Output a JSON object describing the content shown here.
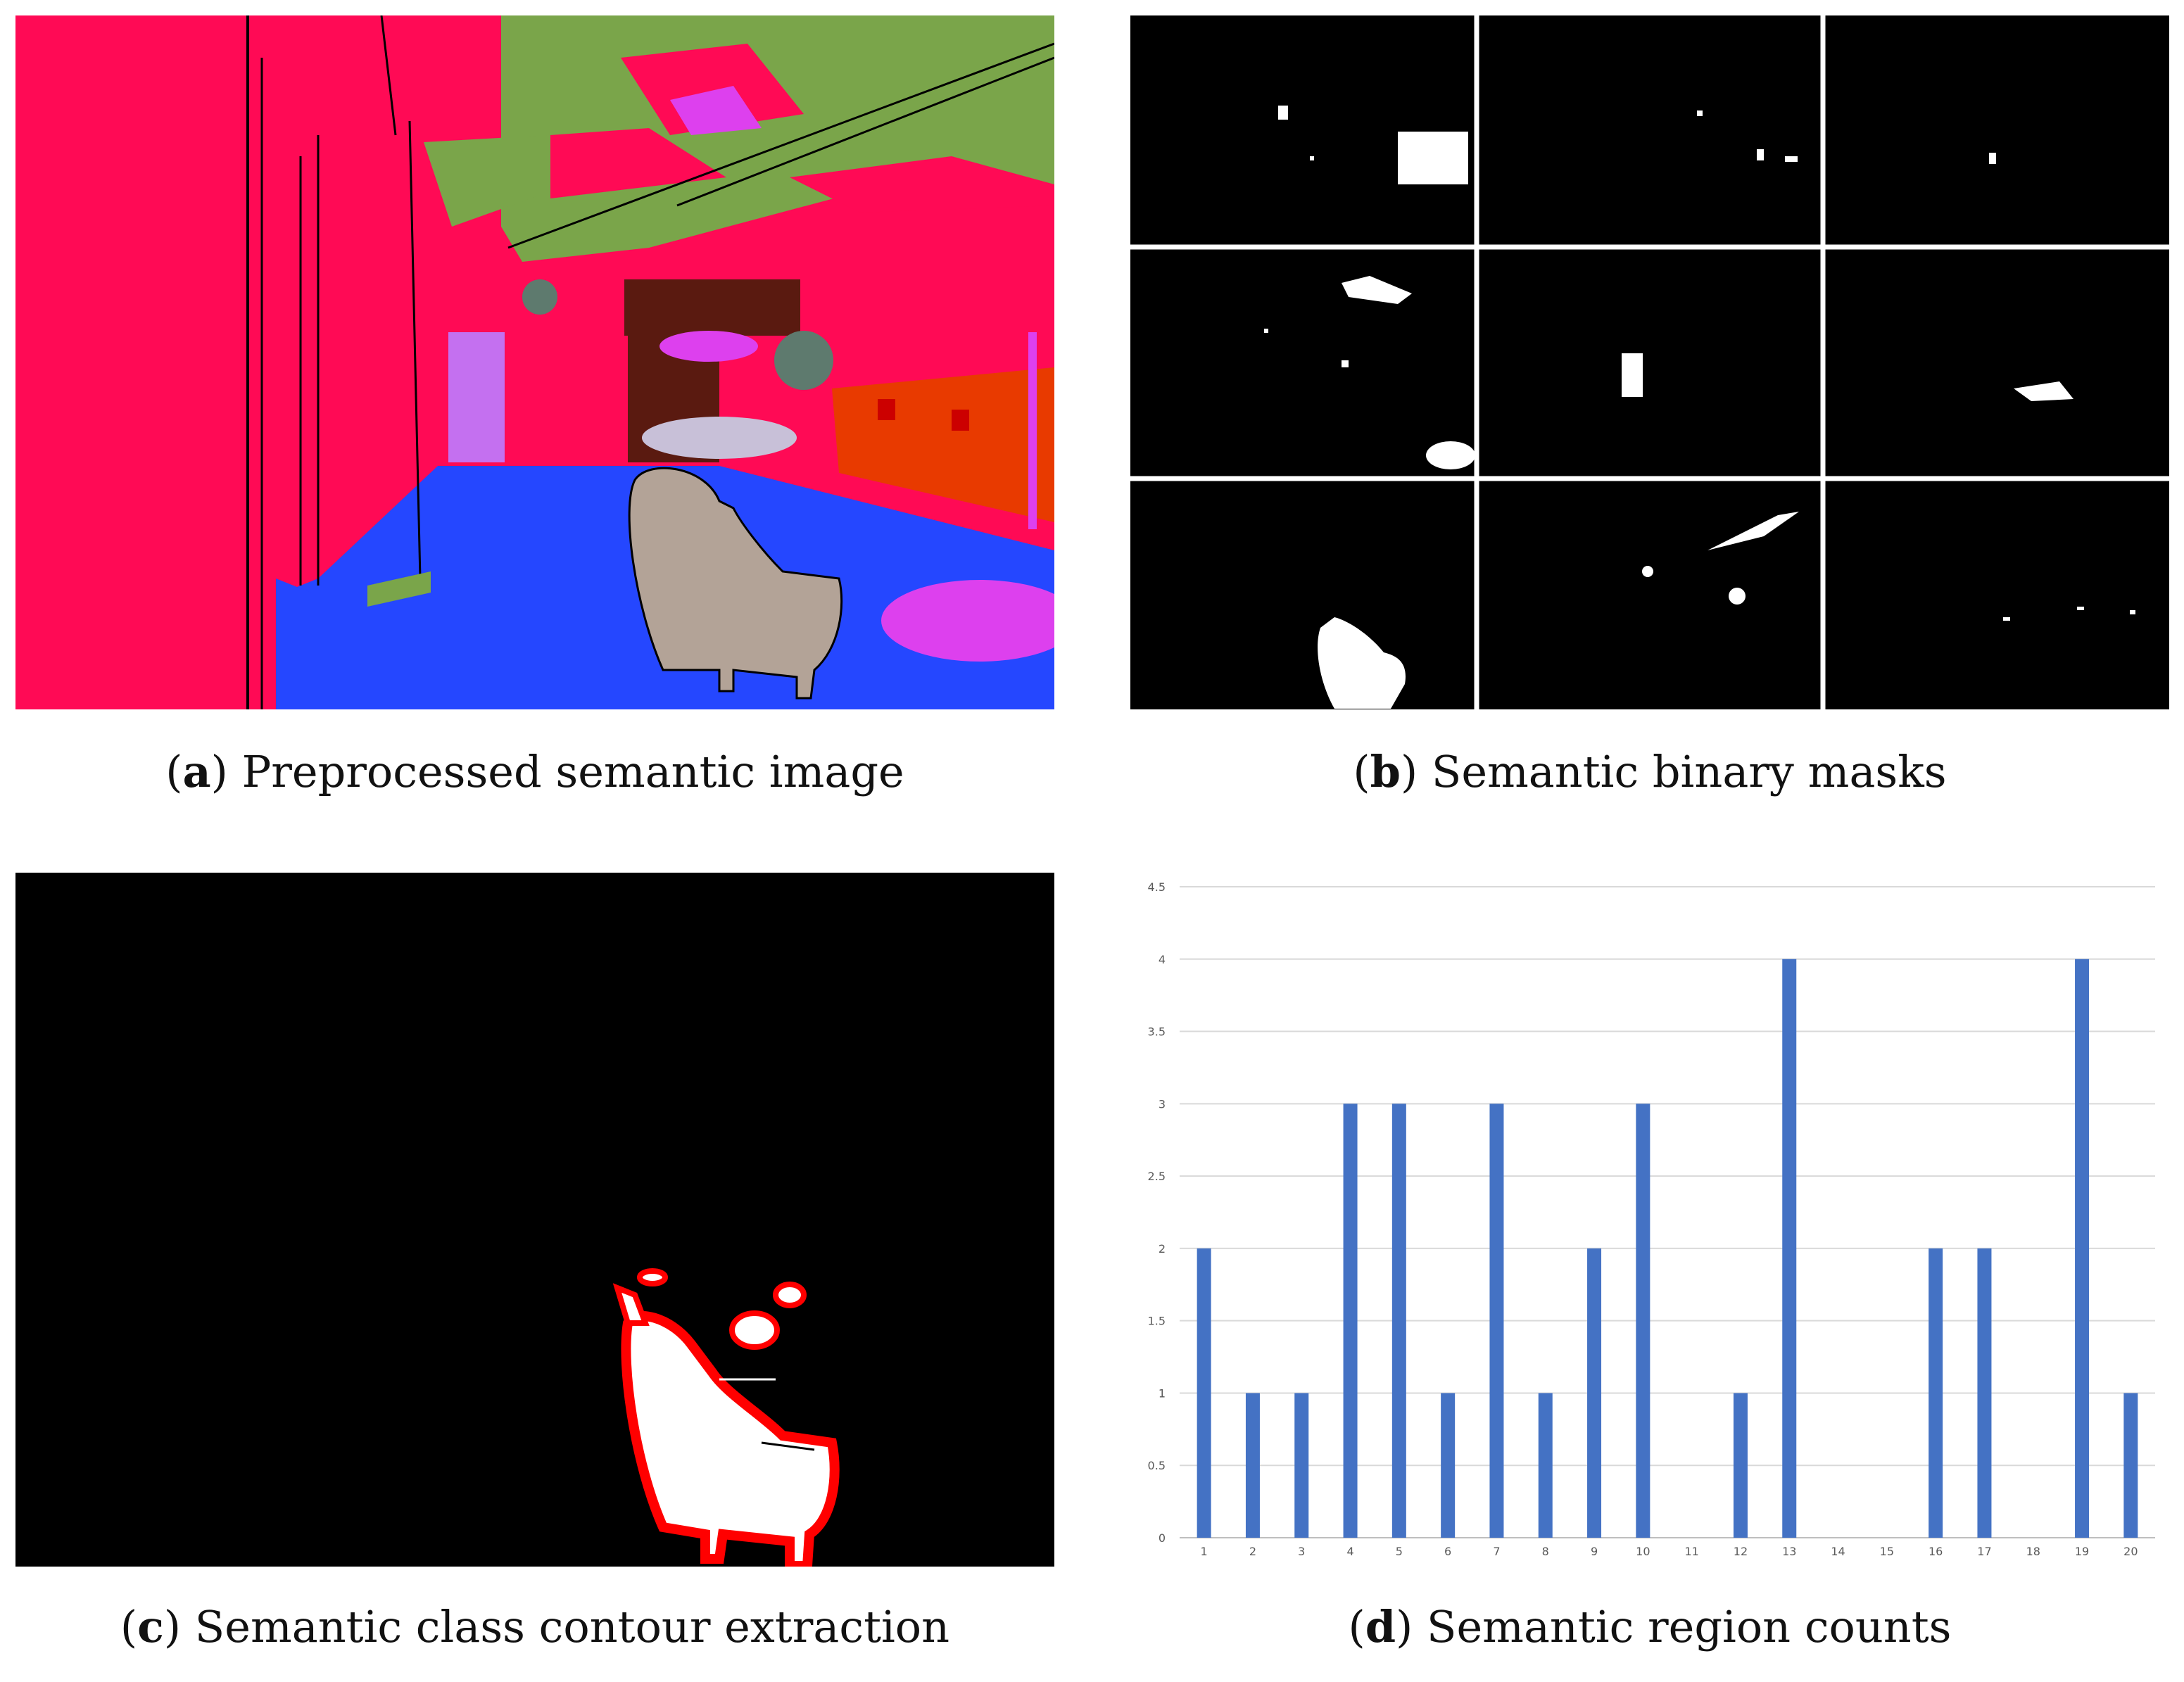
{
  "panels": {
    "a": {
      "letter": "a",
      "caption": "Preprocessed semantic image"
    },
    "b": {
      "letter": "b",
      "caption": "Semantic binary masks"
    },
    "c": {
      "letter": "c",
      "caption": "Semantic class contour extraction"
    },
    "d": {
      "letter": "d",
      "caption": "Semantic region counts"
    }
  },
  "palette": {
    "wall": "#ff0a55",
    "floor": "#2547ff",
    "beams": "#7aa54a",
    "violet": "#c470f0",
    "magenta": "#dd40ee",
    "orange": "#e83a00",
    "armchair": "#b3a397",
    "mask_bg": "#000000",
    "mask_fg": "#ffffff",
    "contour": "#ff0000",
    "bar": "#4472c4"
  },
  "chart_data": {
    "type": "bar",
    "categories": [
      "1",
      "2",
      "3",
      "4",
      "5",
      "6",
      "7",
      "8",
      "9",
      "10",
      "11",
      "12",
      "13",
      "14",
      "15",
      "16",
      "17",
      "18",
      "19",
      "20"
    ],
    "values": [
      2,
      1,
      1,
      3,
      3,
      1,
      3,
      1,
      2,
      3,
      0,
      1,
      4,
      0,
      0,
      2,
      2,
      0,
      4,
      1
    ],
    "yticks": [
      "0",
      "0.5",
      "1",
      "1.5",
      "2",
      "2.5",
      "3",
      "3.5",
      "4",
      "4.5"
    ],
    "ylim": [
      0,
      4.5
    ],
    "grid": true,
    "color": "#4472c4"
  }
}
